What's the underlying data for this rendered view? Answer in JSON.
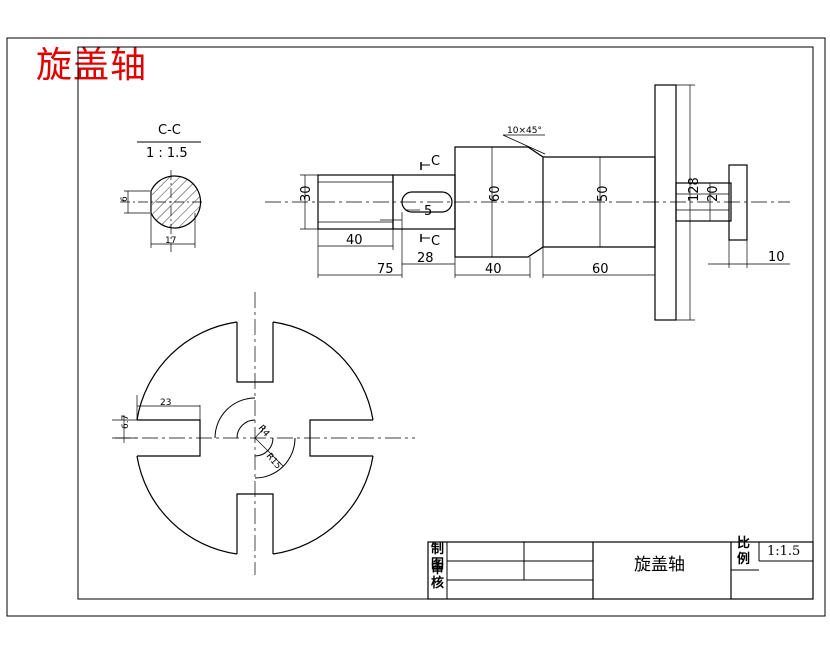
{
  "title": "旋盖轴",
  "section": {
    "label": "C-C",
    "scale": "1 : 1.5",
    "dim_width": "6",
    "dim_chord": "17"
  },
  "shaft": {
    "chamfer": "10×45°",
    "section_mark": "C",
    "diameters": [
      "30",
      "5",
      "60",
      "50",
      "128",
      "20"
    ],
    "lengths": [
      "40",
      "75",
      "28",
      "40",
      "60",
      "10"
    ]
  },
  "disk": {
    "dim_slot": "23",
    "dim_width": "6.7",
    "dim_r1": "R4",
    "dim_r2": "R15"
  },
  "title_block": {
    "row_labels": [
      "制",
      "图",
      "审",
      "核"
    ],
    "part_name": "旋盖轴",
    "scale_label": [
      "比",
      "例"
    ],
    "scale_value": "1:1.5"
  }
}
